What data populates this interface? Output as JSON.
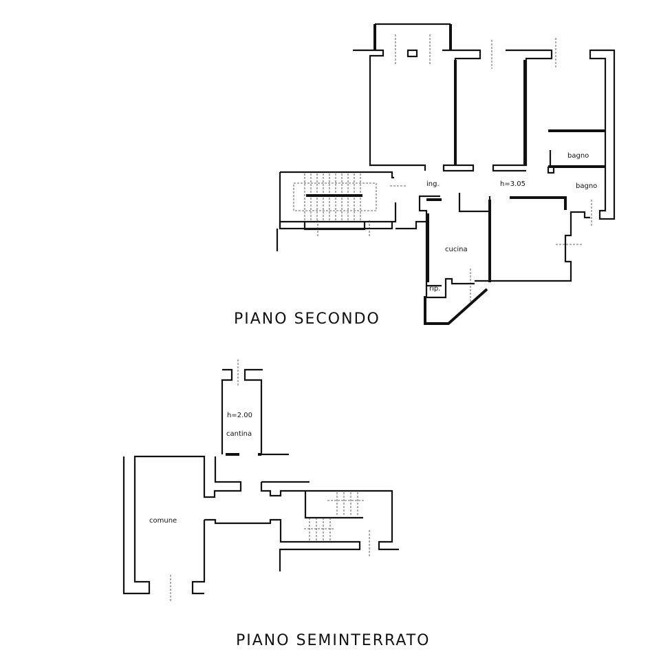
{
  "upper_plan": {
    "title": "PIANO SECONDO",
    "labels": {
      "entrance": "ing.",
      "height": "h=3.05",
      "bathroom_1": "bagno",
      "bathroom_2": "bagno",
      "kitchen": "cucina",
      "storage": "rip."
    }
  },
  "lower_plan": {
    "title": "PIANO SEMINTERRATO",
    "labels": {
      "height": "h=2.00",
      "cellar": "cantina",
      "common": "comune"
    }
  }
}
